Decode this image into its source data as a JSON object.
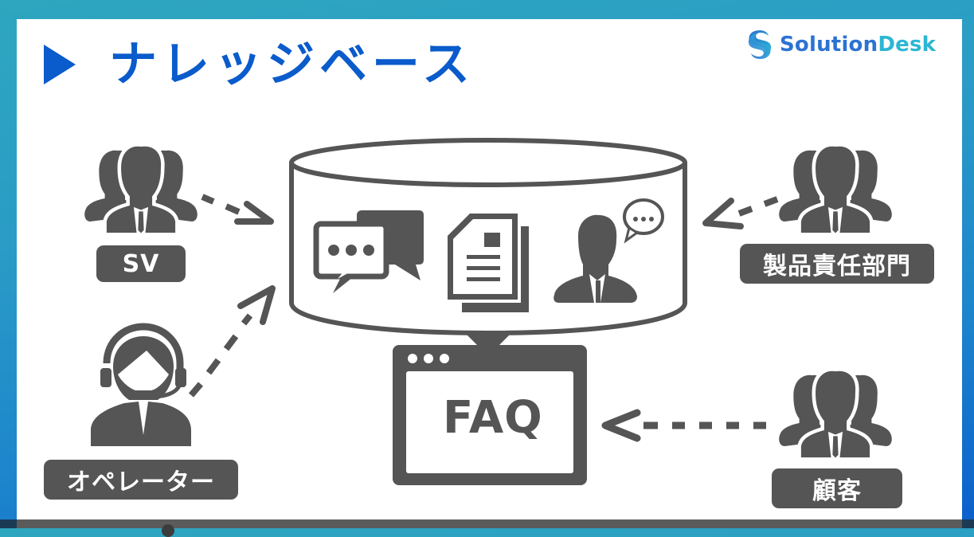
{
  "slide": {
    "title": "ナレッジベース",
    "title_marker_icon": "triangle-right-icon",
    "accent_color": "#0a5bcb",
    "icon_color": "#555555"
  },
  "brand": {
    "logo_icon": "s-swirl-logo-icon",
    "name_part1": "Solution",
    "name_part2": "Desk",
    "color_part1": "#2c73d2",
    "color_part2": "#2bb6d3"
  },
  "diagram": {
    "center": {
      "container_icon": "database-cylinder-icon",
      "contents": [
        {
          "icon": "chat-bubbles-icon"
        },
        {
          "icon": "documents-icon"
        },
        {
          "icon": "person-speech-icon"
        }
      ]
    },
    "output": {
      "icon": "browser-window-icon",
      "label": "FAQ"
    },
    "actors": [
      {
        "id": "sv",
        "label": "SV",
        "icon": "group-people-icon",
        "arrow": "to-knowledge-base"
      },
      {
        "id": "operator",
        "label": "オペレーター",
        "icon": "operator-headset-icon",
        "arrow": "to-knowledge-base"
      },
      {
        "id": "product-dept",
        "label": "製品責任部門",
        "icon": "group-people-icon",
        "arrow": "to-knowledge-base"
      },
      {
        "id": "customer",
        "label": "顧客",
        "icon": "group-people-icon",
        "arrow": "to-faq"
      }
    ]
  }
}
